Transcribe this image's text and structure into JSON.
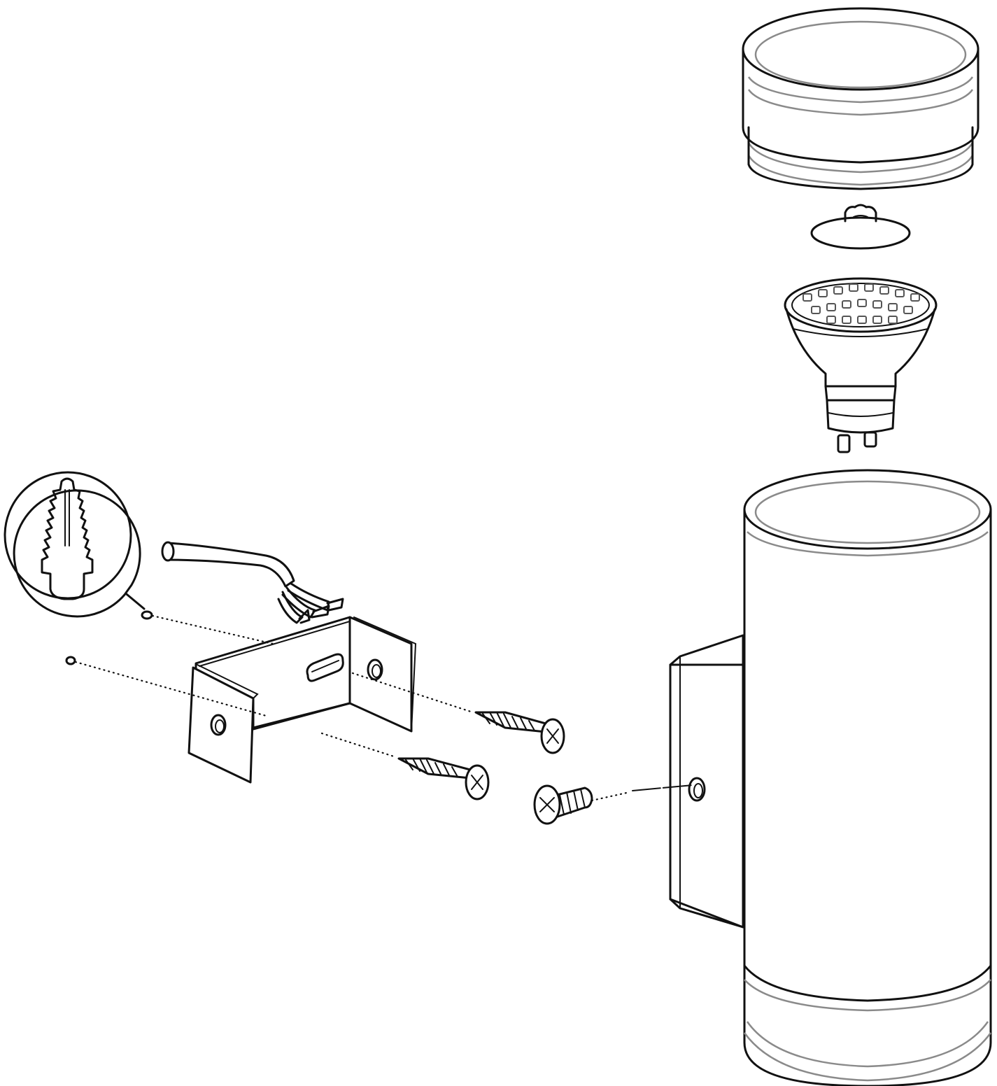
{
  "diagram": {
    "kind": "exploded-assembly-drawing",
    "parts": [
      "diffuser-cap",
      "sealing-ring",
      "led-bulb",
      "lamp-body",
      "mounting-bracket",
      "cable",
      "wood-screw",
      "fixing-screw",
      "wall-plug-detail"
    ],
    "colors": {
      "line": "#111111",
      "secondary_line": "#8a8a8a",
      "background": "#ffffff"
    }
  }
}
